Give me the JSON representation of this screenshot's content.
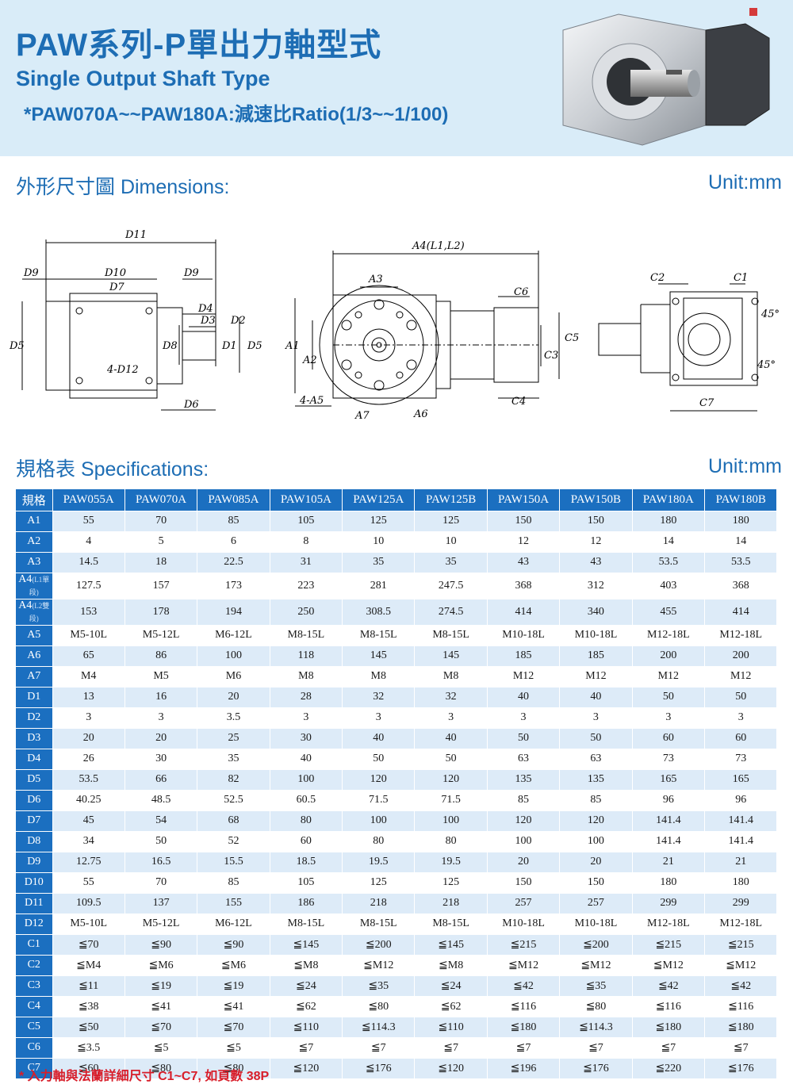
{
  "header": {
    "title": "PAW系列-P單出力軸型式",
    "subtitle": "Single Output Shaft Type",
    "ratio_note": "*PAW070A~~PAW180A:減速比Ratio(1/3~~1/100)"
  },
  "dimensions_section": {
    "title": "外形尺寸圖 Dimensions:",
    "unit": "Unit:mm",
    "drawing_labels": {
      "D11": "D11",
      "D9": "D9",
      "D10": "D10",
      "D9b": "D9",
      "D7": "D7",
      "D4": "D4",
      "D3": "D3",
      "D2": "D2",
      "D5": "D5",
      "D8": "D8",
      "D1": "D1",
      "D5b": "D5",
      "D12": "4-D12",
      "D6": "D6",
      "A4": "A4(L1,L2)",
      "A3": "A3",
      "C6": "C6",
      "A1": "A1",
      "A2": "A2",
      "C3": "C3",
      "C5": "C5",
      "A5": "4-A5",
      "A7": "A7",
      "A6": "A6",
      "C4": "C4",
      "C2": "C2",
      "C1": "C1",
      "deg45a": "45°",
      "deg45b": "45°",
      "C7": "C7"
    }
  },
  "spec_section": {
    "title": "規格表 Specifications:",
    "unit": "Unit:mm"
  },
  "table": {
    "corner": "規格",
    "columns": [
      "PAW055A",
      "PAW070A",
      "PAW085A",
      "PAW105A",
      "PAW125A",
      "PAW125B",
      "PAW150A",
      "PAW150B",
      "PAW180A",
      "PAW180B"
    ],
    "rows": [
      {
        "label": "A1",
        "note": "",
        "values": [
          "55",
          "70",
          "85",
          "105",
          "125",
          "125",
          "150",
          "150",
          "180",
          "180"
        ]
      },
      {
        "label": "A2",
        "note": "",
        "values": [
          "4",
          "5",
          "6",
          "8",
          "10",
          "10",
          "12",
          "12",
          "14",
          "14"
        ]
      },
      {
        "label": "A3",
        "note": "",
        "values": [
          "14.5",
          "18",
          "22.5",
          "31",
          "35",
          "35",
          "43",
          "43",
          "53.5",
          "53.5"
        ]
      },
      {
        "label": "A4",
        "note": "(L1單段)",
        "values": [
          "127.5",
          "157",
          "173",
          "223",
          "281",
          "247.5",
          "368",
          "312",
          "403",
          "368"
        ]
      },
      {
        "label": "A4",
        "note": "(L2雙段)",
        "values": [
          "153",
          "178",
          "194",
          "250",
          "308.5",
          "274.5",
          "414",
          "340",
          "455",
          "414"
        ]
      },
      {
        "label": "A5",
        "note": "",
        "values": [
          "M5-10L",
          "M5-12L",
          "M6-12L",
          "M8-15L",
          "M8-15L",
          "M8-15L",
          "M10-18L",
          "M10-18L",
          "M12-18L",
          "M12-18L"
        ]
      },
      {
        "label": "A6",
        "note": "",
        "values": [
          "65",
          "86",
          "100",
          "118",
          "145",
          "145",
          "185",
          "185",
          "200",
          "200"
        ]
      },
      {
        "label": "A7",
        "note": "",
        "values": [
          "M4",
          "M5",
          "M6",
          "M8",
          "M8",
          "M8",
          "M12",
          "M12",
          "M12",
          "M12"
        ]
      },
      {
        "label": "D1",
        "note": "",
        "values": [
          "13",
          "16",
          "20",
          "28",
          "32",
          "32",
          "40",
          "40",
          "50",
          "50"
        ]
      },
      {
        "label": "D2",
        "note": "",
        "values": [
          "3",
          "3",
          "3.5",
          "3",
          "3",
          "3",
          "3",
          "3",
          "3",
          "3"
        ]
      },
      {
        "label": "D3",
        "note": "",
        "values": [
          "20",
          "20",
          "25",
          "30",
          "40",
          "40",
          "50",
          "50",
          "60",
          "60"
        ]
      },
      {
        "label": "D4",
        "note": "",
        "values": [
          "26",
          "30",
          "35",
          "40",
          "50",
          "50",
          "63",
          "63",
          "73",
          "73"
        ]
      },
      {
        "label": "D5",
        "note": "",
        "values": [
          "53.5",
          "66",
          "82",
          "100",
          "120",
          "120",
          "135",
          "135",
          "165",
          "165"
        ]
      },
      {
        "label": "D6",
        "note": "",
        "values": [
          "40.25",
          "48.5",
          "52.5",
          "60.5",
          "71.5",
          "71.5",
          "85",
          "85",
          "96",
          "96"
        ]
      },
      {
        "label": "D7",
        "note": "",
        "values": [
          "45",
          "54",
          "68",
          "80",
          "100",
          "100",
          "120",
          "120",
          "141.4",
          "141.4"
        ]
      },
      {
        "label": "D8",
        "note": "",
        "values": [
          "34",
          "50",
          "52",
          "60",
          "80",
          "80",
          "100",
          "100",
          "141.4",
          "141.4"
        ]
      },
      {
        "label": "D9",
        "note": "",
        "values": [
          "12.75",
          "16.5",
          "15.5",
          "18.5",
          "19.5",
          "19.5",
          "20",
          "20",
          "21",
          "21"
        ]
      },
      {
        "label": "D10",
        "note": "",
        "values": [
          "55",
          "70",
          "85",
          "105",
          "125",
          "125",
          "150",
          "150",
          "180",
          "180"
        ]
      },
      {
        "label": "D11",
        "note": "",
        "values": [
          "109.5",
          "137",
          "155",
          "186",
          "218",
          "218",
          "257",
          "257",
          "299",
          "299"
        ]
      },
      {
        "label": "D12",
        "note": "",
        "values": [
          "M5-10L",
          "M5-12L",
          "M6-12L",
          "M8-15L",
          "M8-15L",
          "M8-15L",
          "M10-18L",
          "M10-18L",
          "M12-18L",
          "M12-18L"
        ]
      },
      {
        "label": "C1",
        "note": "",
        "values": [
          "≦70",
          "≦90",
          "≦90",
          "≦145",
          "≦200",
          "≦145",
          "≦215",
          "≦200",
          "≦215",
          "≦215"
        ]
      },
      {
        "label": "C2",
        "note": "",
        "values": [
          "≦M4",
          "≦M6",
          "≦M6",
          "≦M8",
          "≦M12",
          "≦M8",
          "≦M12",
          "≦M12",
          "≦M12",
          "≦M12"
        ]
      },
      {
        "label": "C3",
        "note": "",
        "values": [
          "≦11",
          "≦19",
          "≦19",
          "≦24",
          "≦35",
          "≦24",
          "≦42",
          "≦35",
          "≦42",
          "≦42"
        ]
      },
      {
        "label": "C4",
        "note": "",
        "values": [
          "≦38",
          "≦41",
          "≦41",
          "≦62",
          "≦80",
          "≦62",
          "≦116",
          "≦80",
          "≦116",
          "≦116"
        ]
      },
      {
        "label": "C5",
        "note": "",
        "values": [
          "≦50",
          "≦70",
          "≦70",
          "≦110",
          "≦114.3",
          "≦110",
          "≦180",
          "≦114.3",
          "≦180",
          "≦180"
        ]
      },
      {
        "label": "C6",
        "note": "",
        "values": [
          "≦3.5",
          "≦5",
          "≦5",
          "≦7",
          "≦7",
          "≦7",
          "≦7",
          "≦7",
          "≦7",
          "≦7"
        ]
      },
      {
        "label": "C7",
        "note": "",
        "values": [
          "≦60",
          "≦80",
          "≦80",
          "≦120",
          "≦176",
          "≦120",
          "≦196",
          "≦176",
          "≦220",
          "≦176"
        ]
      }
    ]
  },
  "footnote": "* 入力軸與法蘭詳細尺寸 C1~C7, 如頁數 38P"
}
